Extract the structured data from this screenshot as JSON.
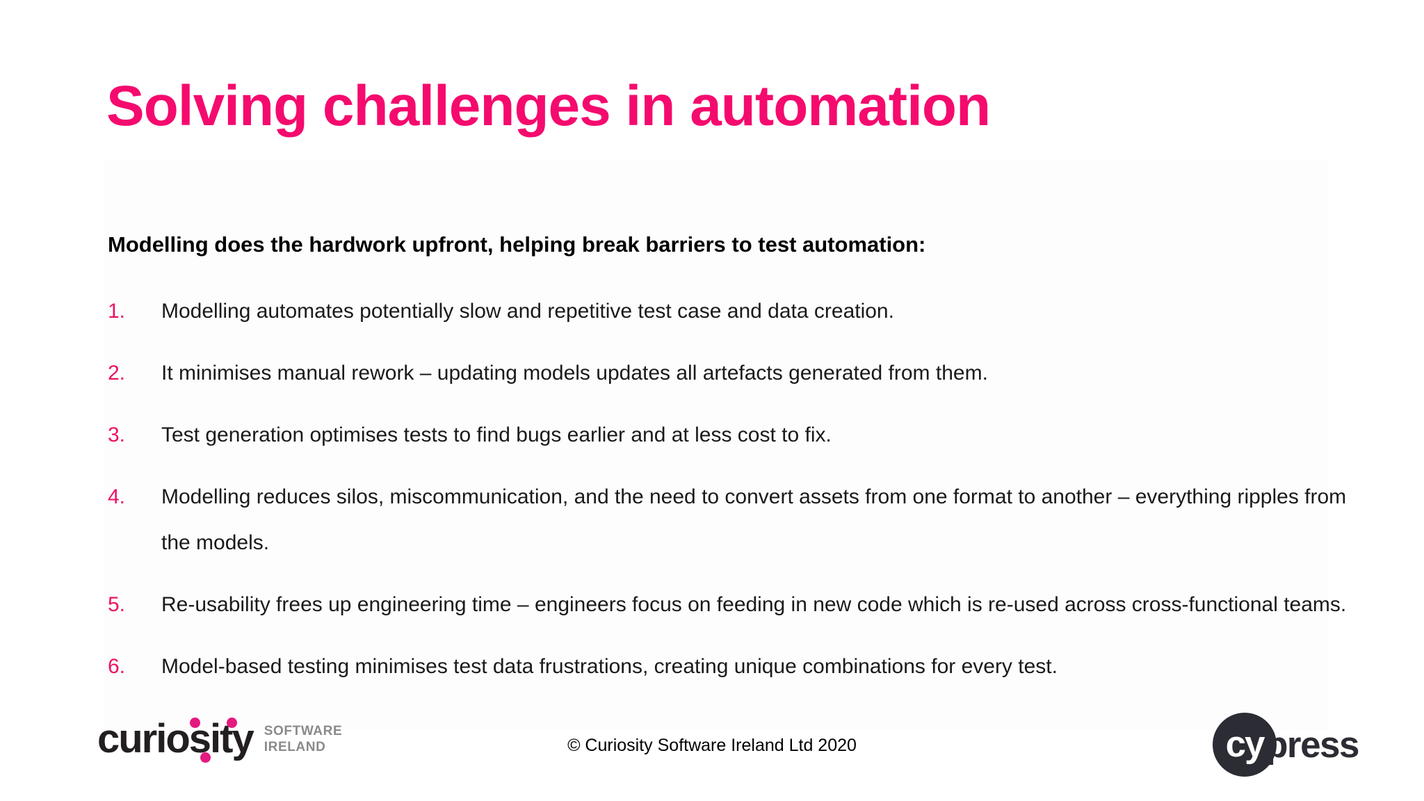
{
  "slide": {
    "title": "Solving challenges in automation",
    "lead_statement": "Modelling does the hardwork upfront, helping break barriers to test automation:",
    "items": [
      {
        "number": "1.",
        "text": "Modelling automates potentially slow and repetitive test case and data creation."
      },
      {
        "number": "2.",
        "text": "It minimises manual rework – updating models updates all artefacts generated from them."
      },
      {
        "number": "3.",
        "text": "Test generation optimises tests to find bugs earlier and at less cost to fix."
      },
      {
        "number": "4.",
        "text": "Modelling reduces silos, miscommunication, and the need to convert assets from one format to another – everything ripples from the models."
      },
      {
        "number": "5.",
        "text": "Re-usability frees up engineering time – engineers focus on feeding in new code which is re-used across cross-functional teams."
      },
      {
        "number": "6.",
        "text": "Model-based testing minimises test data frustrations, creating unique combinations for every test."
      }
    ]
  },
  "footer": {
    "curiosity_logo": {
      "wordmark": "curiosity",
      "sub_line_1": "SOFTWARE",
      "sub_line_2": "IRELAND"
    },
    "copyright": "© Curiosity Software Ireland Ltd 2020",
    "cypress_logo": {
      "mark_text": "cy",
      "word_text": "press"
    }
  },
  "colors": {
    "title_pink": "#F50A6E",
    "number_pink": "#ED1164",
    "logo_pink": "#E5197F",
    "body_black": "#1a1a1a",
    "sub_grey": "#8a8a8a",
    "cypress_dark": "#2c2c34",
    "background": "#ffffff"
  }
}
